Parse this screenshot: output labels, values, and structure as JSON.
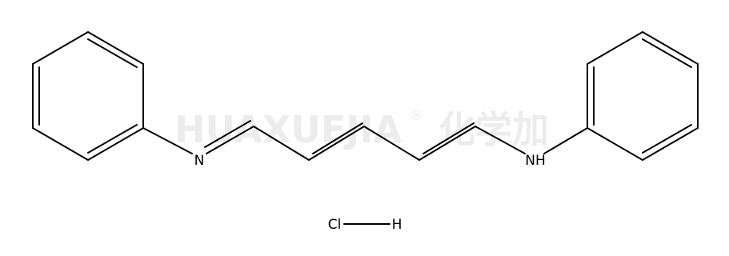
{
  "watermark": {
    "text": "HUAXUEJIA",
    "registered": "®",
    "cn": "化学加"
  },
  "atoms": {
    "imine_n": "N",
    "amine_nh": "NH",
    "chlorine": "Cl",
    "hydrogen": "H"
  }
}
